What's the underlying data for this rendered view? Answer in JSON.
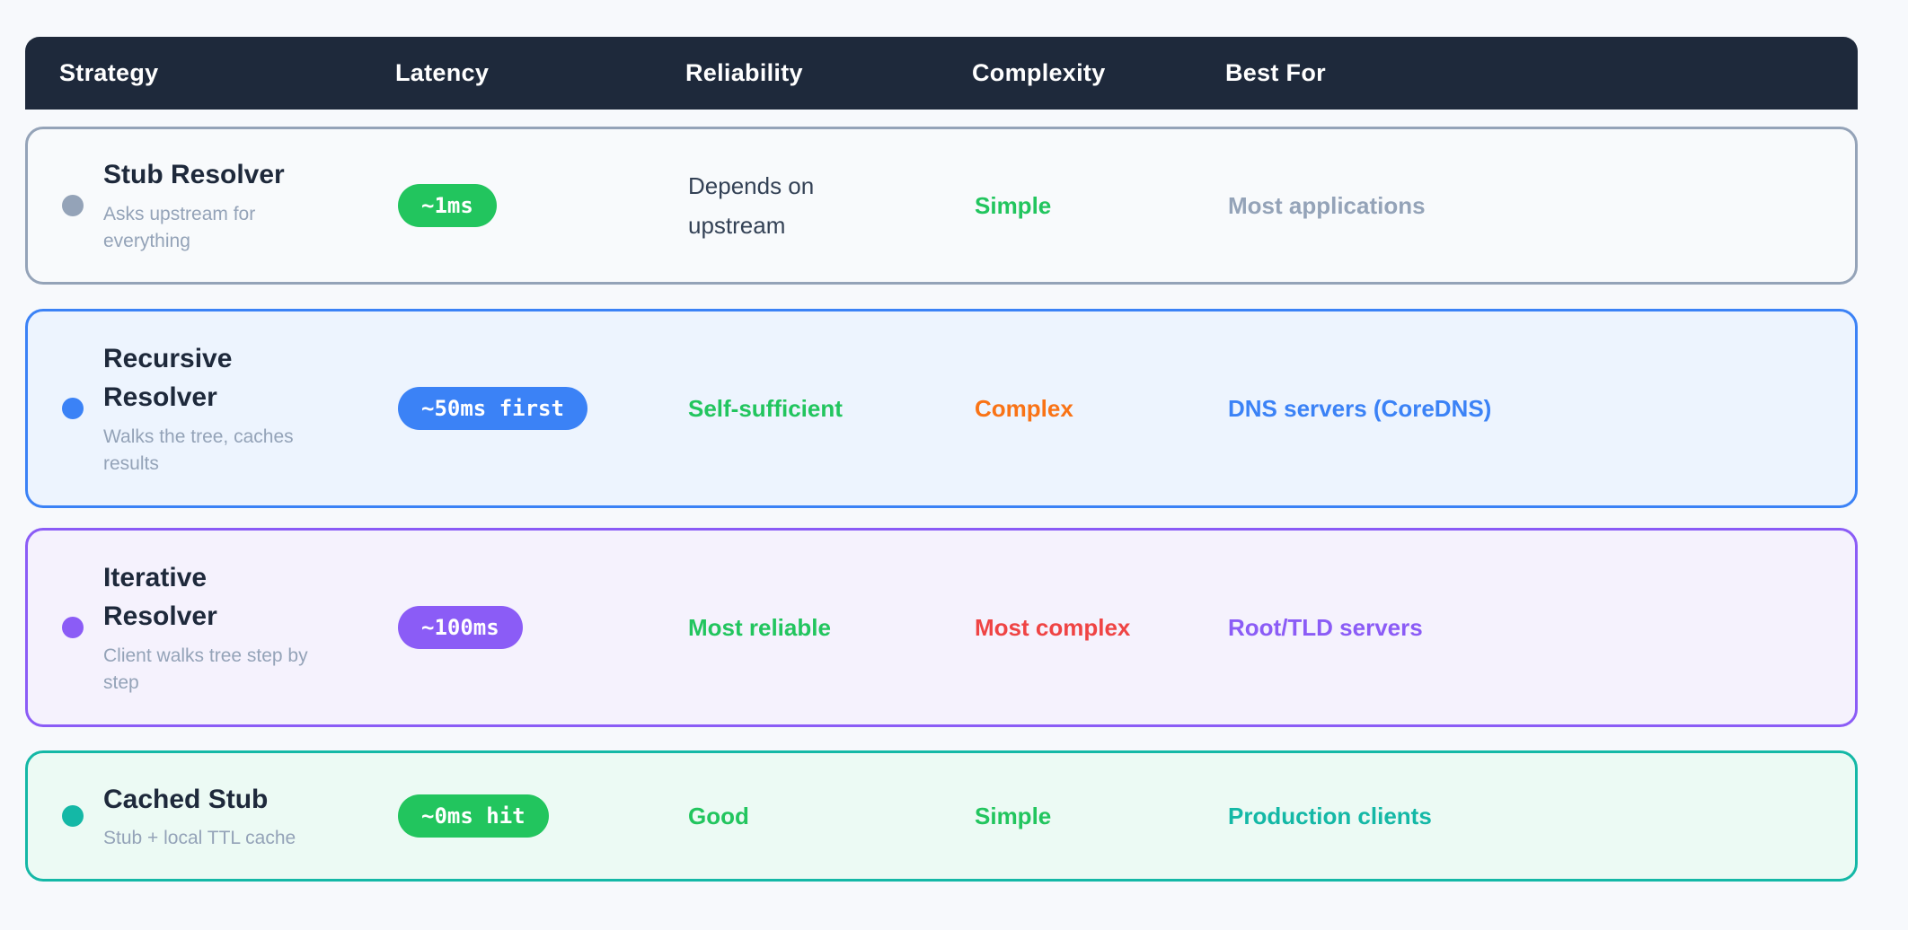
{
  "page": {
    "background": "#f7f9fc"
  },
  "chart_data": {
    "type": "table",
    "columns": [
      "Strategy",
      "Latency",
      "Reliability",
      "Complexity",
      "Best For"
    ],
    "header_style": {
      "background": "#1e293b",
      "text_color": "#ffffff"
    },
    "rows": [
      {
        "strategy": "Stub Resolver",
        "strategy_note": "Asks upstream for everything",
        "latency": "~1ms",
        "reliability": "Depends on upstream",
        "complexity": "Simple",
        "best_for": "Most applications",
        "accent_color": "#94a3b8",
        "border_color": "#94a3b8",
        "background_color": "#f8fafc",
        "badge_color": "#22c55e",
        "reliability_color": "#334155",
        "complexity_color": "#22c55e",
        "best_for_color": "#94a3b8"
      },
      {
        "strategy": "Recursive Resolver",
        "strategy_note": "Walks the tree, caches results",
        "latency": "~50ms first",
        "reliability": "Self-sufficient",
        "complexity": "Complex",
        "best_for": "DNS servers (CoreDNS)",
        "accent_color": "#3b82f6",
        "border_color": "#3b82f6",
        "background_color": "#edf4fe",
        "badge_color": "#3b82f6",
        "reliability_color": "#22c55e",
        "complexity_color": "#f97316",
        "best_for_color": "#3b82f6"
      },
      {
        "strategy": "Iterative Resolver",
        "strategy_note": "Client walks tree step by step",
        "latency": "~100ms",
        "reliability": "Most reliable",
        "complexity": "Most complex",
        "best_for": "Root/TLD servers",
        "accent_color": "#8b5cf6",
        "border_color": "#8b5cf6",
        "background_color": "#f5f2fd",
        "badge_color": "#8b5cf6",
        "reliability_color": "#22c55e",
        "complexity_color": "#ef4444",
        "best_for_color": "#8b5cf6"
      },
      {
        "strategy": "Cached Stub",
        "strategy_note": "Stub + local TTL cache",
        "latency": "~0ms hit",
        "reliability": "Good",
        "complexity": "Simple",
        "best_for": "Production clients",
        "accent_color": "#14b8a6",
        "border_color": "#14b8a6",
        "background_color": "#ecfaf4",
        "badge_color": "#22c55e",
        "reliability_color": "#22c55e",
        "complexity_color": "#22c55e",
        "best_for_color": "#14b8a6"
      }
    ]
  }
}
